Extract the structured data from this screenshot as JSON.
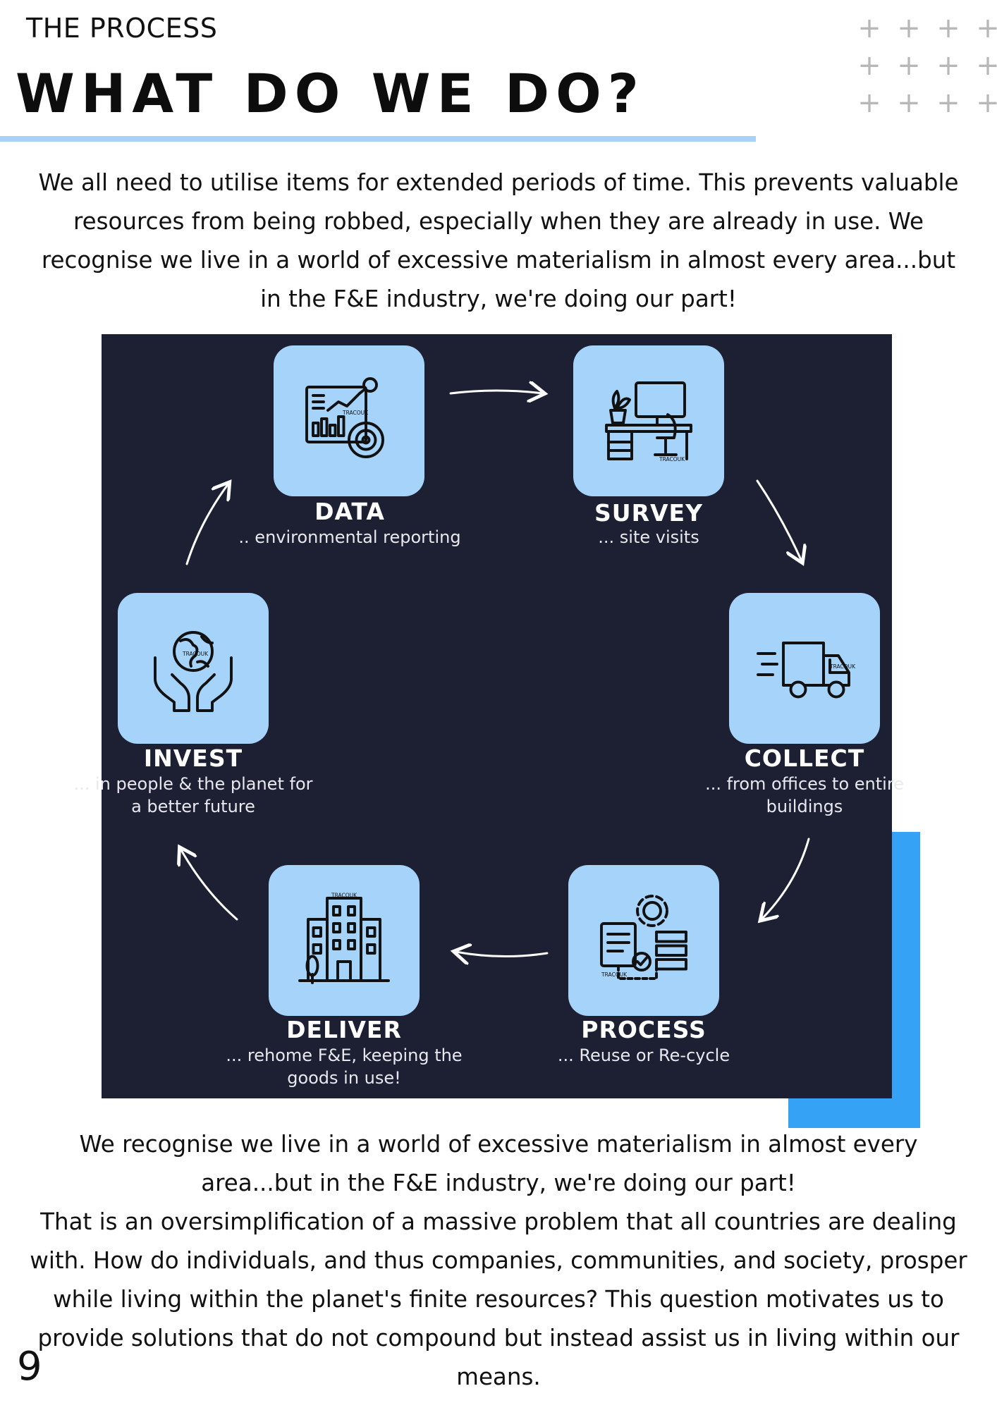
{
  "header": {
    "eyebrow": "THE PROCESS",
    "title": "WHAT DO WE DO?"
  },
  "intro_text": "We all need to utilise items for extended periods of time. This prevents valuable resources from being robbed, especially when they are already in use. We recognise we live in a world of excessive materialism in almost every area...but in the F&E industry, we're doing our part!",
  "process": {
    "steps": [
      {
        "title": "DATA",
        "desc": ".. environmental reporting",
        "icon": "data-analytics-icon"
      },
      {
        "title": "SURVEY",
        "desc": "... site visits",
        "icon": "office-desk-icon"
      },
      {
        "title": "COLLECT",
        "desc": "... from offices to entire buildings",
        "icon": "delivery-truck-icon"
      },
      {
        "title": "PROCESS",
        "desc": "... Reuse or Re-cycle",
        "icon": "process-gear-icon"
      },
      {
        "title": "DELIVER",
        "desc": "... rehome F&E, keeping the goods in use!",
        "icon": "building-icon"
      },
      {
        "title": "INVEST",
        "desc": "... in people & the planet for a better future",
        "icon": "globe-in-hands-icon"
      }
    ],
    "tile_watermark": "TRACOUK"
  },
  "outro": {
    "paragraph_1": "We recognise we live in a world of excessive materialism in almost every area...but in the F&E industry, we're doing our part!",
    "paragraph_2": "That is an oversimplification of a massive problem that all countries are dealing with. How do individuals, and thus companies, communities, and society, prosper while living within the planet's finite resources? This question motivates us to provide solutions that do not compound but instead assist us in living within our means."
  },
  "page_number": "9",
  "colors": {
    "diagram_bg": "#1d1f32",
    "tile_bg": "#a6d3fa",
    "accent_blue": "#35a2f5",
    "rule_blue": "#a9d1f7"
  }
}
